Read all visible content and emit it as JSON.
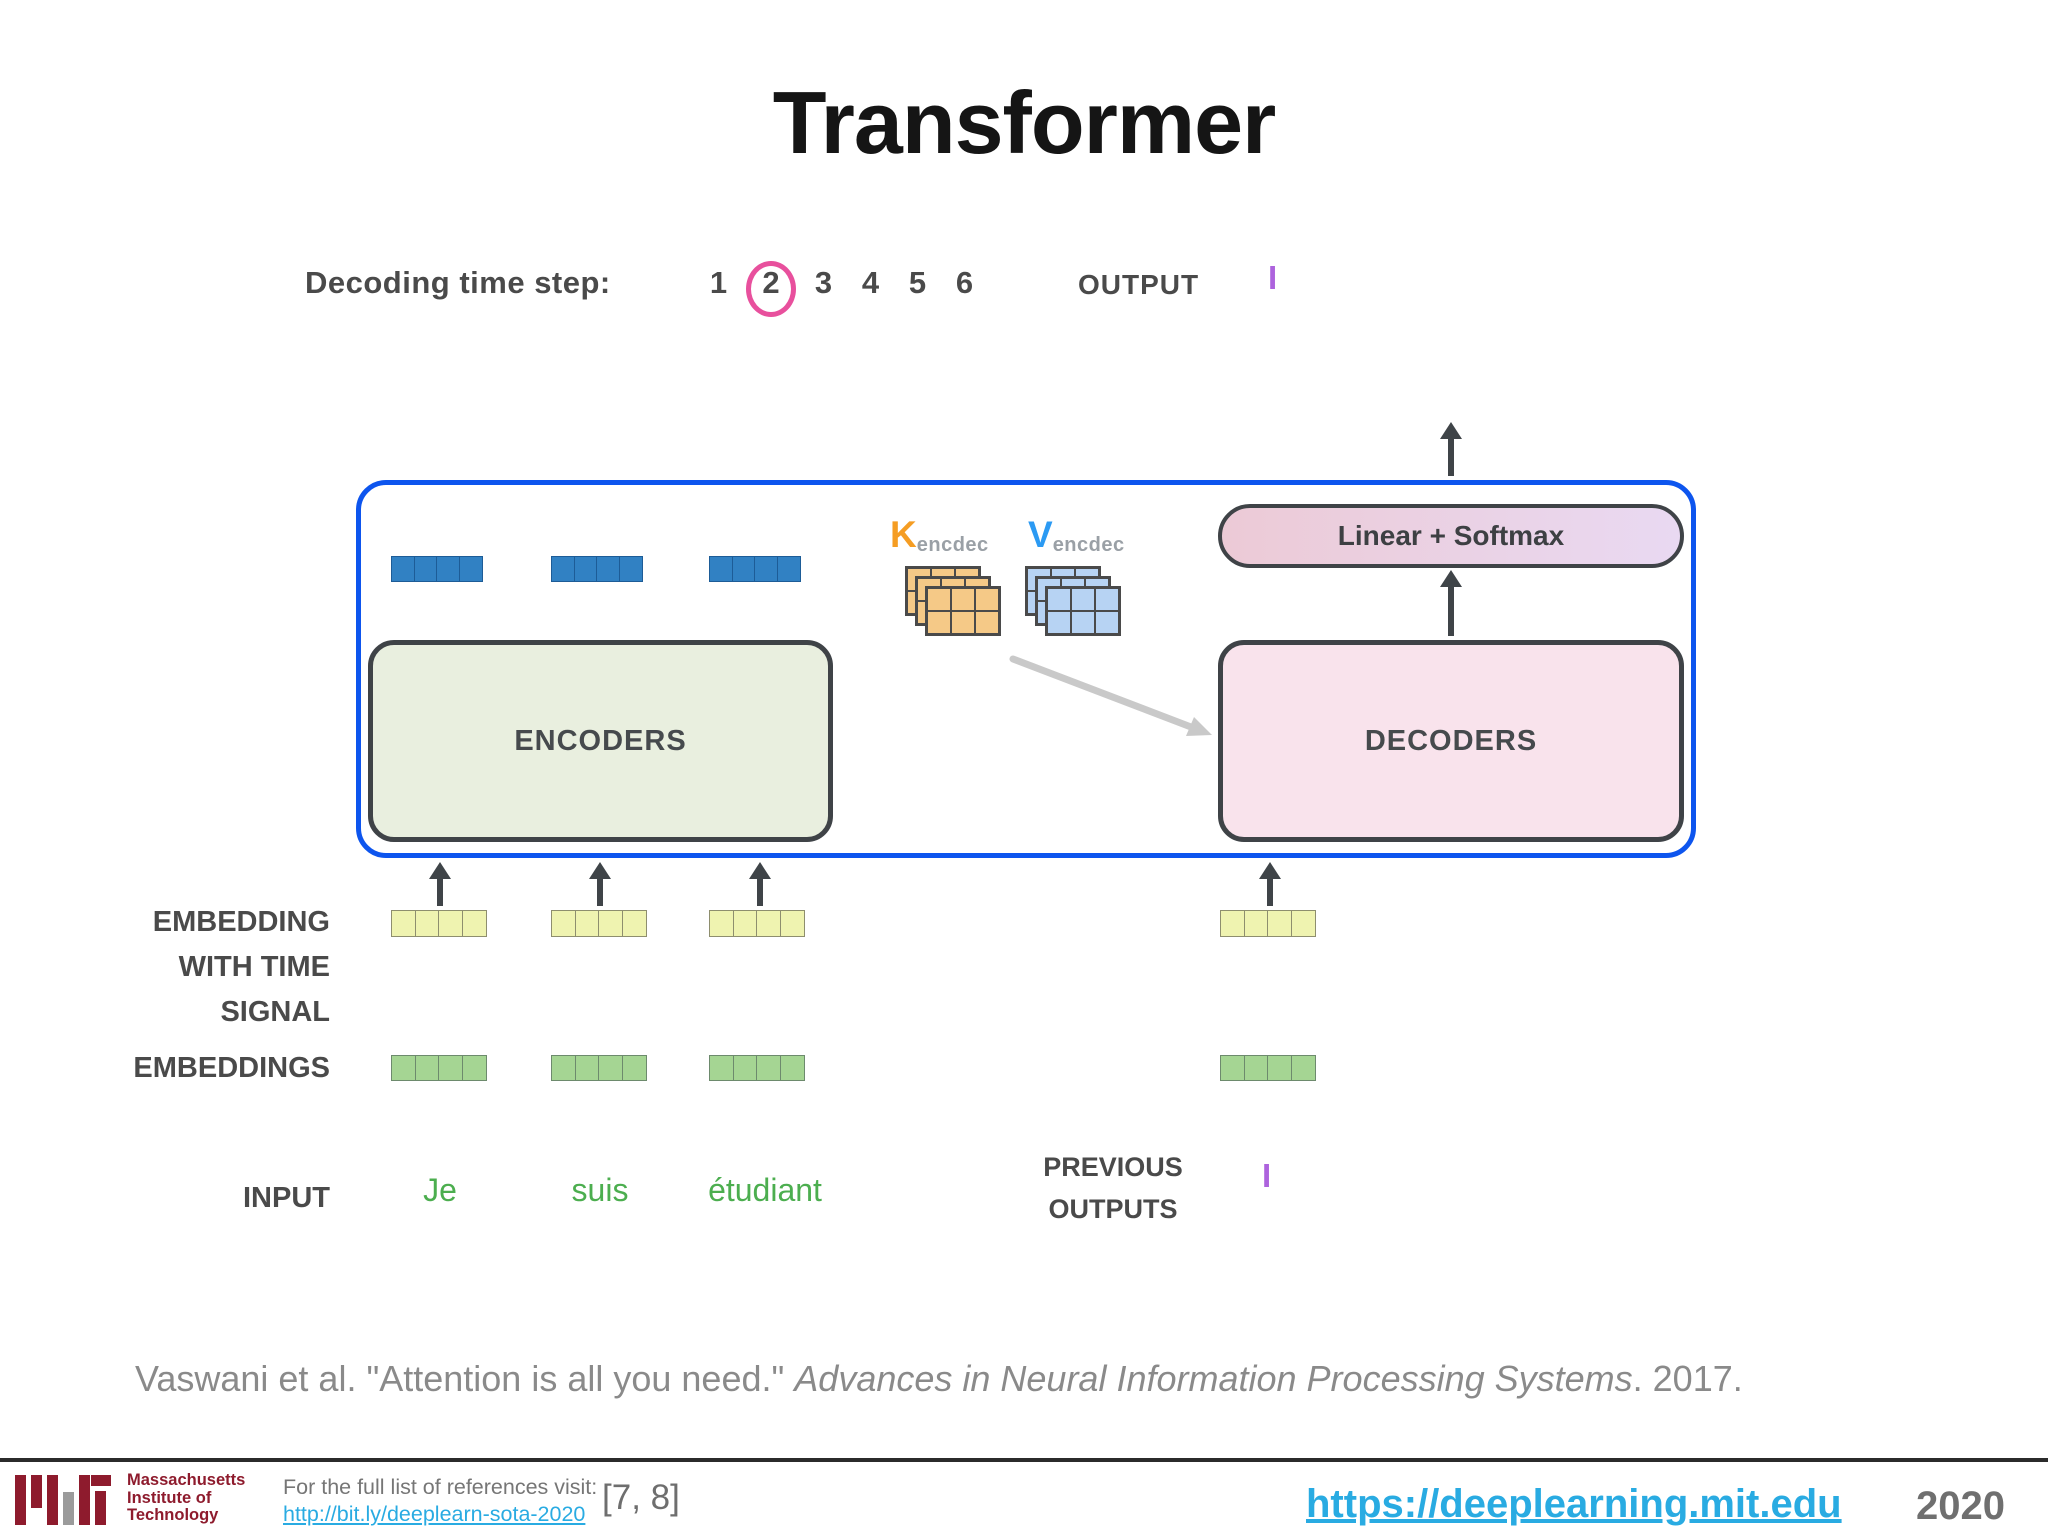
{
  "slide": {
    "title": "Transformer"
  },
  "decoding": {
    "label": "Decoding time step:",
    "steps": [
      "1",
      "2",
      "3",
      "4",
      "5",
      "6"
    ],
    "active_step": "2"
  },
  "output": {
    "label": "OUTPUT",
    "value": "I"
  },
  "diagram": {
    "encoders_label": "ENCODERS",
    "decoders_label": "DECODERS",
    "linear_softmax_label": "Linear + Softmax",
    "k_label": "K",
    "k_sub": "encdec",
    "v_label": "V",
    "v_sub": "encdec"
  },
  "rows": {
    "embedding_time_lines": [
      "EMBEDDING",
      "WITH TIME",
      "SIGNAL"
    ],
    "embeddings_label": "EMBEDDINGS",
    "input_label": "INPUT",
    "input_words": [
      "Je",
      "suis",
      "étudiant"
    ],
    "previous_outputs_lines": [
      "PREVIOUS",
      "OUTPUTS"
    ],
    "previous_output_value": "I"
  },
  "citation": {
    "prefix": "Vaswani et al. \"Attention is all you need.\" ",
    "italic": "Advances in Neural Information Processing Systems",
    "suffix": ". 2017."
  },
  "footer": {
    "mit_lines": [
      "Massachusetts",
      "Institute of",
      "Technology"
    ],
    "references_note": "For the full list of references visit:",
    "references_link": "http://bit.ly/deeplearn-sota-2020",
    "reference_numbers": "[7, 8]",
    "site_link": "https://deeplearning.mit.edu",
    "year": "2020"
  },
  "colors": {
    "outer_box_blue": "#0d55ee",
    "active_step_ring": "#e8509d",
    "purple_token": "#ad63dd",
    "encoder_fill": "#e9efdf",
    "decoder_fill": "#f9e3ec",
    "blue_cell": "#3181c3",
    "yellow_cell": "#eff3b0",
    "green_cell": "#a5d593",
    "k_orange": "#f59d23",
    "v_blue": "#2b9af3",
    "input_word_green": "#4cae4f",
    "link_cyan": "#29abe2",
    "mit_red": "#8e1b2d"
  }
}
